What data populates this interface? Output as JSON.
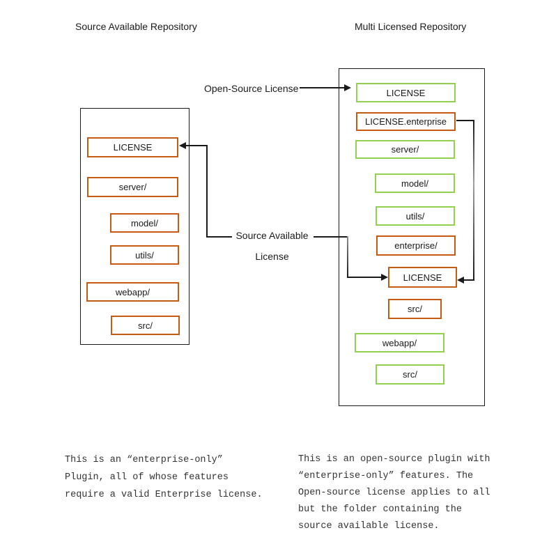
{
  "colors": {
    "orange": "#C55A11",
    "green": "#92D050",
    "line": "#1a1a1a",
    "text": "#1a1a1a",
    "monotext": "#333333"
  },
  "titles": {
    "left": "Source Available Repository",
    "right": "Multi Licensed Repository"
  },
  "connector_labels": {
    "open_source": "Open-Source License",
    "source_available_line1": "Source Available",
    "source_available_line2": "License"
  },
  "left_repo": {
    "items": [
      {
        "label": "LICENSE"
      },
      {
        "label": "server/"
      },
      {
        "label": "model/"
      },
      {
        "label": "utils/"
      },
      {
        "label": "webapp/"
      },
      {
        "label": "src/"
      }
    ]
  },
  "right_repo": {
    "items": [
      {
        "label": "LICENSE"
      },
      {
        "label": "LICENSE.enterprise"
      },
      {
        "label": "server/"
      },
      {
        "label": "model/"
      },
      {
        "label": "utils/"
      },
      {
        "label": "enterprise/"
      },
      {
        "label": "LICENSE"
      },
      {
        "label": "src/"
      },
      {
        "label": "webapp/"
      },
      {
        "label": "src/"
      }
    ]
  },
  "notes": {
    "left": [
      "This is an “enter prise-only”",
      "Plugin, all of whose features",
      "require a valid Enterprise license."
    ],
    "right": [
      "This is an open-source plugin with",
      "“enter prise-only” features. The",
      "Open-source license applies to all",
      "but the folder containing the",
      "source available license."
    ]
  }
}
